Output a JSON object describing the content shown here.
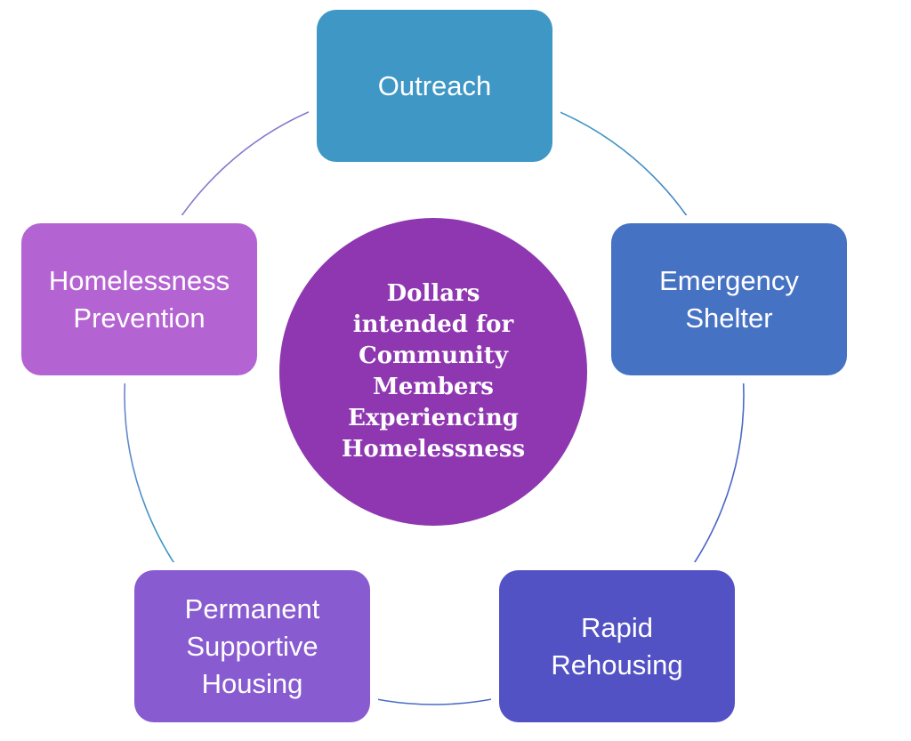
{
  "center": {
    "text": "Dollars\nintended for\nCommunity\nMembers\nExperiencing\nHomelessness",
    "color": "#8e37b0"
  },
  "nodes": [
    {
      "label": "Outreach",
      "color": "#3f97c5"
    },
    {
      "label": "Emergency\nShelter",
      "color": "#4672c4"
    },
    {
      "label": "Rapid\nRehousing",
      "color": "#5352c5"
    },
    {
      "label": "Permanent\nSupportive\nHousing",
      "color": "#895bd0"
    },
    {
      "label": "Homelessness\nPrevention",
      "color": "#b464d2"
    }
  ]
}
